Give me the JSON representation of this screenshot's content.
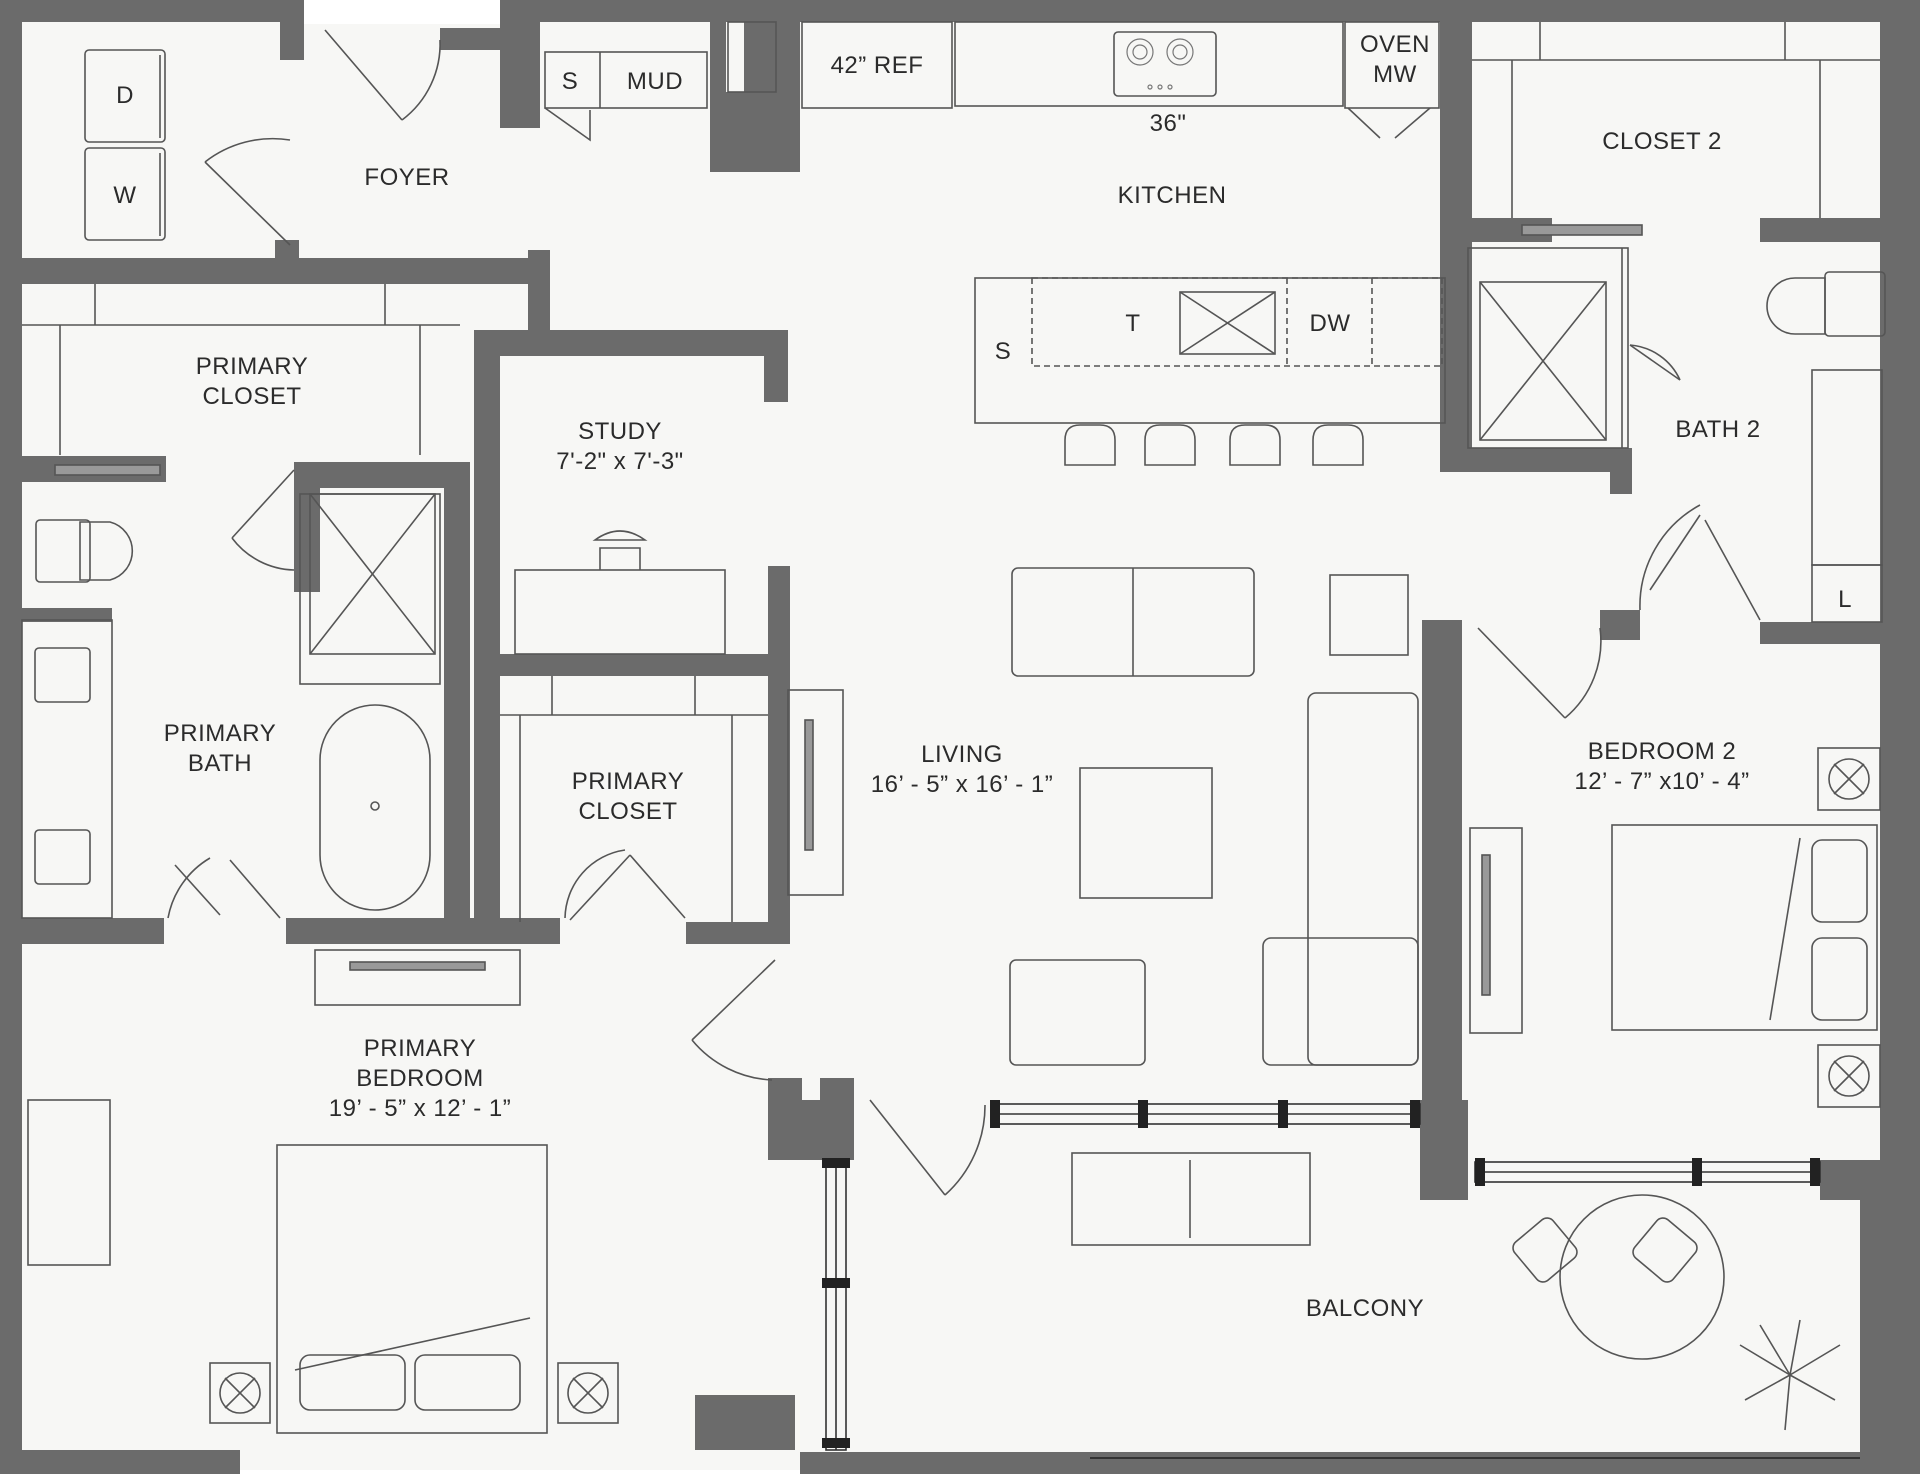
{
  "rooms": {
    "foyer": "FOYER",
    "kitchen": "KITCHEN",
    "closet2": "CLOSET 2",
    "bath2": "BATH 2",
    "primary_closet_top": [
      "PRIMARY",
      "CLOSET"
    ],
    "study": "STUDY",
    "study_dim": "7'-2\" x 7'-3\"",
    "primary_bath": [
      "PRIMARY",
      "BATH"
    ],
    "primary_closet_mid": [
      "PRIMARY",
      "CLOSET"
    ],
    "living": "LIVING",
    "living_dim": "16’ -  5” x 16’ - 1”",
    "bedroom2": "BEDROOM 2",
    "bedroom2_dim": "12’ - 7” x10’ - 4”",
    "primary_bedroom": [
      "PRIMARY",
      "BEDROOM"
    ],
    "primary_bedroom_dim": "19’ - 5” x 12’ - 1”",
    "balcony": "BALCONY"
  },
  "fixtures": {
    "dryer": "D",
    "washer": "W",
    "storage": "S",
    "mud": "MUD",
    "ref": "42” REF",
    "cooktop_size": "36\"",
    "oven": [
      "OVEN",
      "MW"
    ],
    "trash": "T",
    "dishwasher": "DW",
    "island_sink": "S",
    "linen": "L"
  },
  "colors": {
    "wall": "#6b6b6b",
    "floor": "#f7f7f5",
    "line": "#555555"
  }
}
